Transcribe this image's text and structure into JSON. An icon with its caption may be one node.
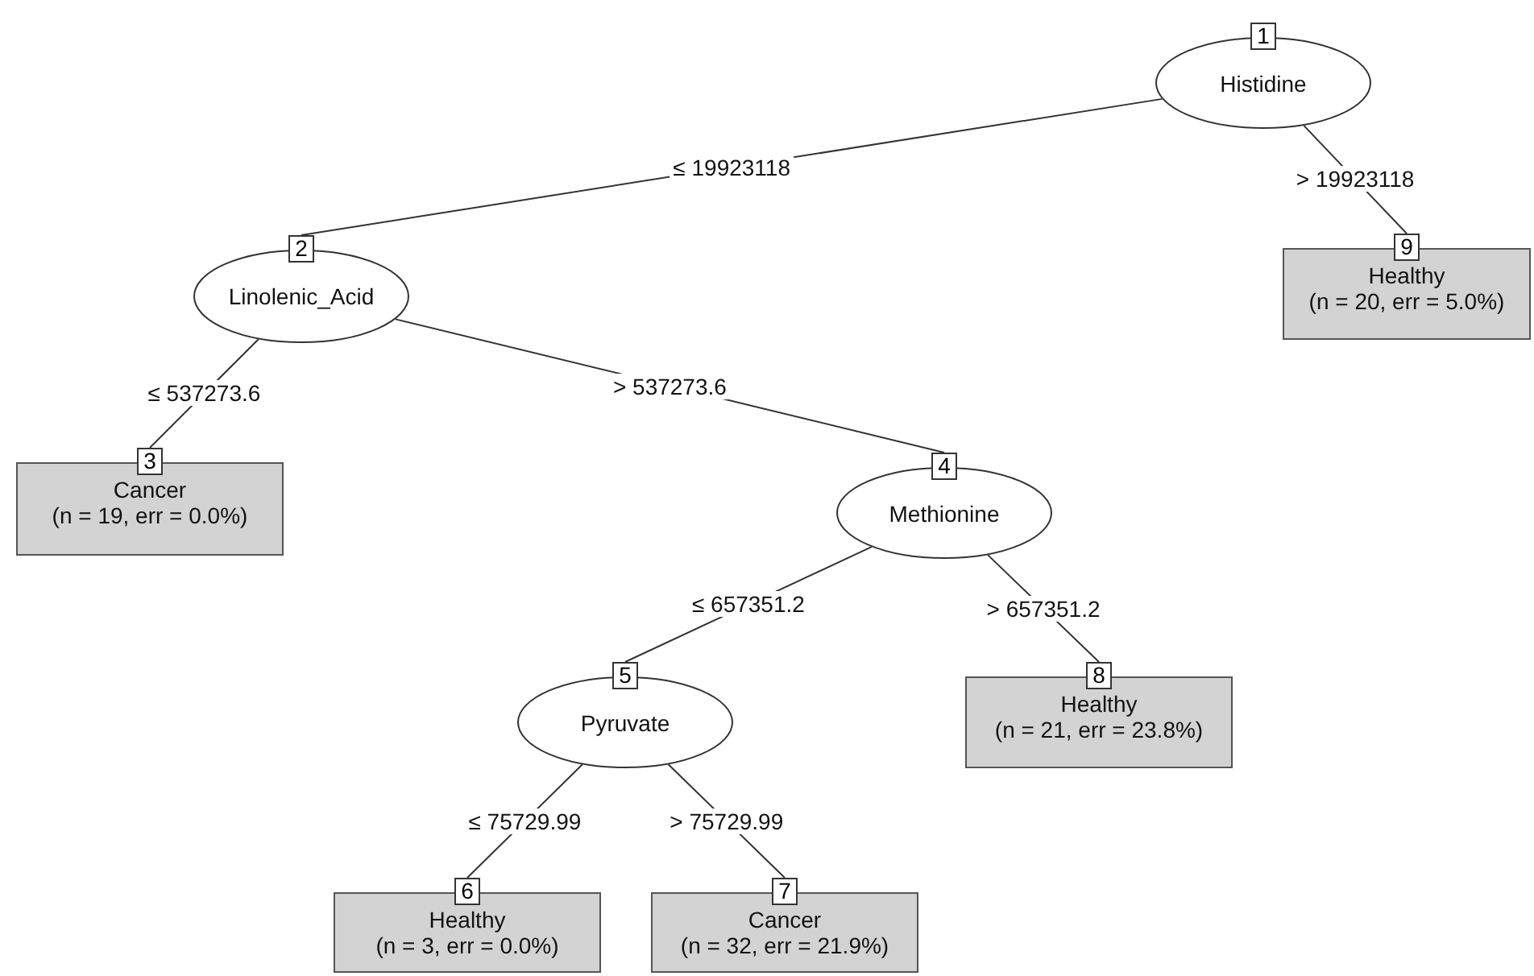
{
  "diagram": {
    "nodes": [
      {
        "text": [
          "1",
          "Histidine"
        ]
      },
      {
        "text": [
          "2",
          "Linolenic_Acid"
        ]
      },
      {
        "text": [
          "3",
          "Cancer",
          "(n = 19, err = 0.0%)"
        ]
      },
      {
        "text": [
          "4",
          "Methionine"
        ]
      },
      {
        "text": [
          "5",
          "Pyruvate"
        ]
      },
      {
        "text": [
          "6",
          "Healthy",
          "(n = 3, err = 0.0%)"
        ]
      },
      {
        "text": [
          "7",
          "Cancer",
          "(n = 32, err = 21.9%)"
        ]
      },
      {
        "text": [
          "8",
          "Healthy",
          "(n = 21, err = 23.8%)"
        ]
      },
      {
        "text": [
          "9",
          "Healthy",
          "(n = 20, err = 5.0%)"
        ]
      }
    ],
    "edges": [
      {
        "from": 0,
        "to": 1,
        "arrow": "none",
        "label": "≤ 19923118"
      },
      {
        "from": 0,
        "to": 8,
        "arrow": "none",
        "label": "> 19923118"
      },
      {
        "from": 1,
        "to": 2,
        "arrow": "none",
        "label": "≤ 537273.6"
      },
      {
        "from": 1,
        "to": 3,
        "arrow": "none",
        "label": "> 537273.6"
      },
      {
        "from": 3,
        "to": 4,
        "arrow": "none",
        "label": "≤ 657351.2"
      },
      {
        "from": 3,
        "to": 7,
        "arrow": "none",
        "label": "> 657351.2"
      },
      {
        "from": 4,
        "to": 5,
        "arrow": "none",
        "label": "≤ 75729.99"
      },
      {
        "from": 4,
        "to": 6,
        "arrow": "none",
        "label": "> 75729.99"
      }
    ]
  }
}
